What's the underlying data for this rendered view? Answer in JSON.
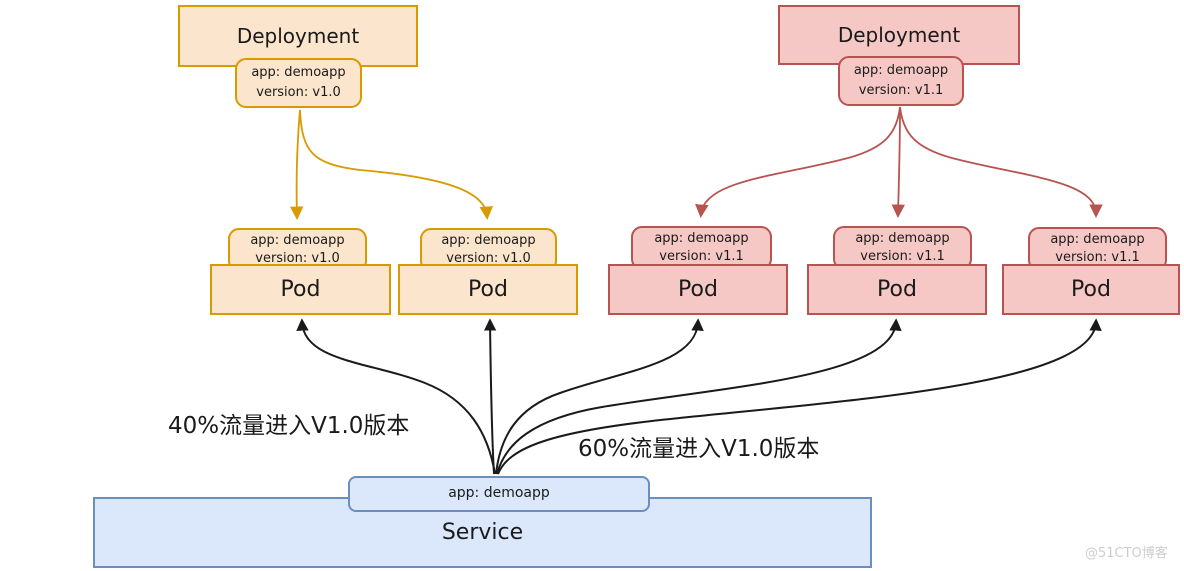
{
  "diagram": {
    "deployments": [
      {
        "title": "Deployment",
        "selector": [
          "app: demoapp",
          "version: v1.0"
        ]
      },
      {
        "title": "Deployment",
        "selector": [
          "app: demoapp",
          "version: v1.1"
        ]
      }
    ],
    "pods": [
      {
        "title": "Pod",
        "selector": [
          "app: demoapp",
          "version: v1.0"
        ]
      },
      {
        "title": "Pod",
        "selector": [
          "app: demoapp",
          "version: v1.0"
        ]
      },
      {
        "title": "Pod",
        "selector": [
          "app: demoapp",
          "version: v1.1"
        ]
      },
      {
        "title": "Pod",
        "selector": [
          "app: demoapp",
          "version: v1.1"
        ]
      },
      {
        "title": "Pod",
        "selector": [
          "app: demoapp",
          "version: v1.1"
        ]
      }
    ],
    "service": {
      "title": "Service",
      "selector": "app: demoapp"
    },
    "annotations": {
      "traffic_left": "40%流量进入V1.0版本",
      "traffic_right": "60%流量进入V1.0版本"
    },
    "watermark": "@51CTO博客",
    "colors": {
      "orange_fill": "#FBE5CC",
      "orange_stroke": "#D79B00",
      "red_fill": "#F6C8C5",
      "red_stroke": "#B85450",
      "blue_fill": "#DBE8FC",
      "blue_stroke": "#6C8EBF",
      "arrow_black": "#1A1A1A"
    }
  }
}
